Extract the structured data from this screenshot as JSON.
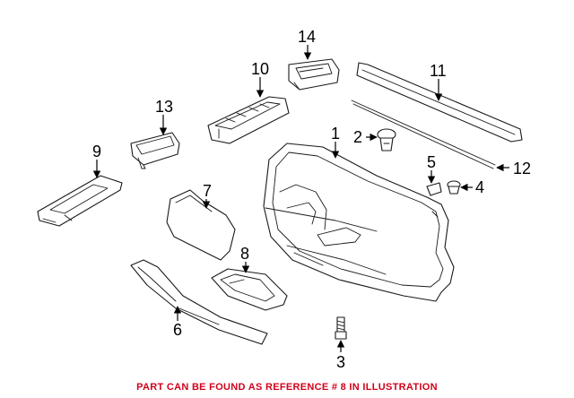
{
  "callouts": {
    "c1": "1",
    "c2": "2",
    "c3": "3",
    "c4": "4",
    "c5": "5",
    "c6": "6",
    "c7": "7",
    "c8": "8",
    "c9": "9",
    "c10": "10",
    "c11": "11",
    "c12": "12",
    "c13": "13",
    "c14": "14"
  },
  "footer": {
    "note": "PART CAN BE FOUND AS REFERENCE # 8 IN ILLUSTRATION",
    "note_color": "#d0021b"
  },
  "colors": {
    "line": "#1a1a1a",
    "background": "#ffffff"
  }
}
